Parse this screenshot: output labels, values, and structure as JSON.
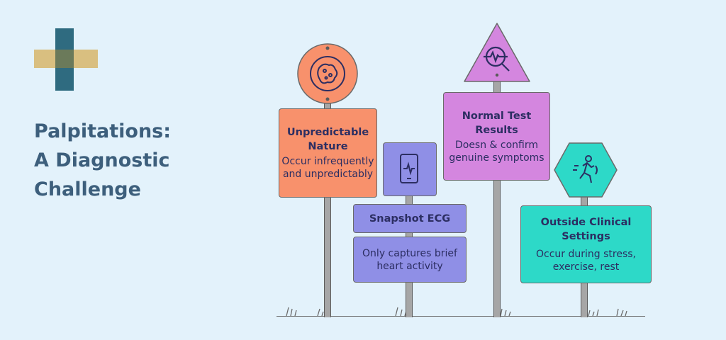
{
  "title_lines": [
    "Palpitations:",
    "A Diagnostic",
    "Challenge"
  ],
  "signs": {
    "unpredictable": {
      "heading": "Unpredictable Nature",
      "body": "Occur infrequently and unpredictably",
      "icon": "virus-icon",
      "color": "#f8916c"
    },
    "snapshot_ecg": {
      "heading": "Snapshot ECG",
      "body": "Only captures brief heart activity",
      "icon": "ecg-device-icon",
      "color": "#8f8fe6"
    },
    "normal_results": {
      "heading": "Normal Test Results",
      "body": "Doesn & confirm genuine symptoms",
      "icon": "magnifier-heartbeat-icon",
      "color": "#d486df"
    },
    "outside_clinical": {
      "heading": "Outside Clinical Settings",
      "body": "Occur during stress, exercise, rest",
      "icon": "running-person-icon",
      "color": "#2dd9c8"
    }
  },
  "colors": {
    "background": "#e3f2fb",
    "title": "#3d5f7c",
    "logo_teal": "#2f6b80",
    "logo_gold": "#d7b66a"
  }
}
